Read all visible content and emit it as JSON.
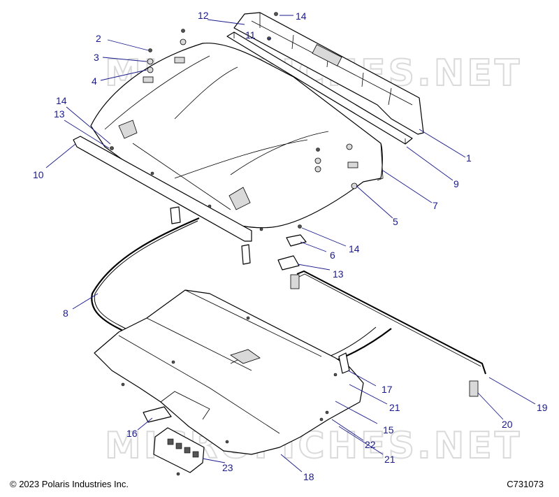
{
  "watermark": "MICROFICHES.NET",
  "footer": {
    "copyright": "© 2023 Polaris Industries Inc.",
    "drawing_code": "C731073"
  },
  "colors": {
    "callout": "#1a1a8c",
    "line": "#000000",
    "watermark": "#bdbdbd"
  },
  "callouts": [
    {
      "id": "c1",
      "number": "1"
    },
    {
      "id": "c2",
      "number": "2"
    },
    {
      "id": "c3",
      "number": "3"
    },
    {
      "id": "c4",
      "number": "4"
    },
    {
      "id": "c5",
      "number": "5"
    },
    {
      "id": "c6",
      "number": "6"
    },
    {
      "id": "c7",
      "number": "7"
    },
    {
      "id": "c8",
      "number": "8"
    },
    {
      "id": "c9",
      "number": "9"
    },
    {
      "id": "c10",
      "number": "10"
    },
    {
      "id": "c11",
      "number": "11"
    },
    {
      "id": "c12",
      "number": "12"
    },
    {
      "id": "c13a",
      "number": "13"
    },
    {
      "id": "c13b",
      "number": "13"
    },
    {
      "id": "c14a",
      "number": "14"
    },
    {
      "id": "c14b",
      "number": "14"
    },
    {
      "id": "c14c",
      "number": "14"
    },
    {
      "id": "c15",
      "number": "15"
    },
    {
      "id": "c16",
      "number": "16"
    },
    {
      "id": "c17",
      "number": "17"
    },
    {
      "id": "c18",
      "number": "18"
    },
    {
      "id": "c19",
      "number": "19"
    },
    {
      "id": "c20",
      "number": "20"
    },
    {
      "id": "c21a",
      "number": "21"
    },
    {
      "id": "c21b",
      "number": "21"
    },
    {
      "id": "c22",
      "number": "22"
    },
    {
      "id": "c23",
      "number": "23"
    }
  ]
}
